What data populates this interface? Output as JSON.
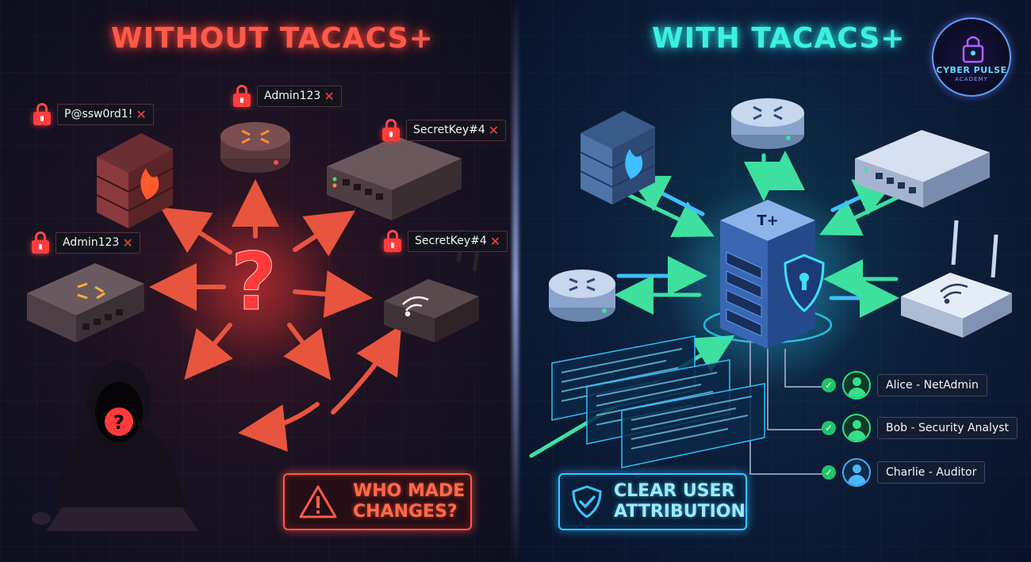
{
  "left_panel": {
    "title": "WITHOUT TACACS+",
    "passwords": [
      {
        "text": "P@ssw0rd1!",
        "mark": "✕"
      },
      {
        "text": "Admin123",
        "mark": "✕"
      },
      {
        "text": "SecretKey#4",
        "mark": "✕"
      },
      {
        "text": "Admin123",
        "mark": "✕"
      },
      {
        "text": "SecretKey#4",
        "mark": "✕"
      }
    ],
    "question_mark": "?",
    "alert_line1": "WHO MADE",
    "alert_line2": "CHANGES?",
    "accent": "#ff5a4a"
  },
  "right_panel": {
    "title": "WITH TACACS+",
    "server_label": "T+",
    "ok_line1": "CLEAR USER",
    "ok_line2": "ATTRIBUTION",
    "users": [
      {
        "name": "Alice - NetAdmin"
      },
      {
        "name": "Bob - Security Analyst"
      },
      {
        "name": "Charlie - Auditor"
      }
    ],
    "accent": "#3df0e0"
  },
  "logo": {
    "line1": "CYBER PULSE",
    "line2": "ACADEMY"
  }
}
